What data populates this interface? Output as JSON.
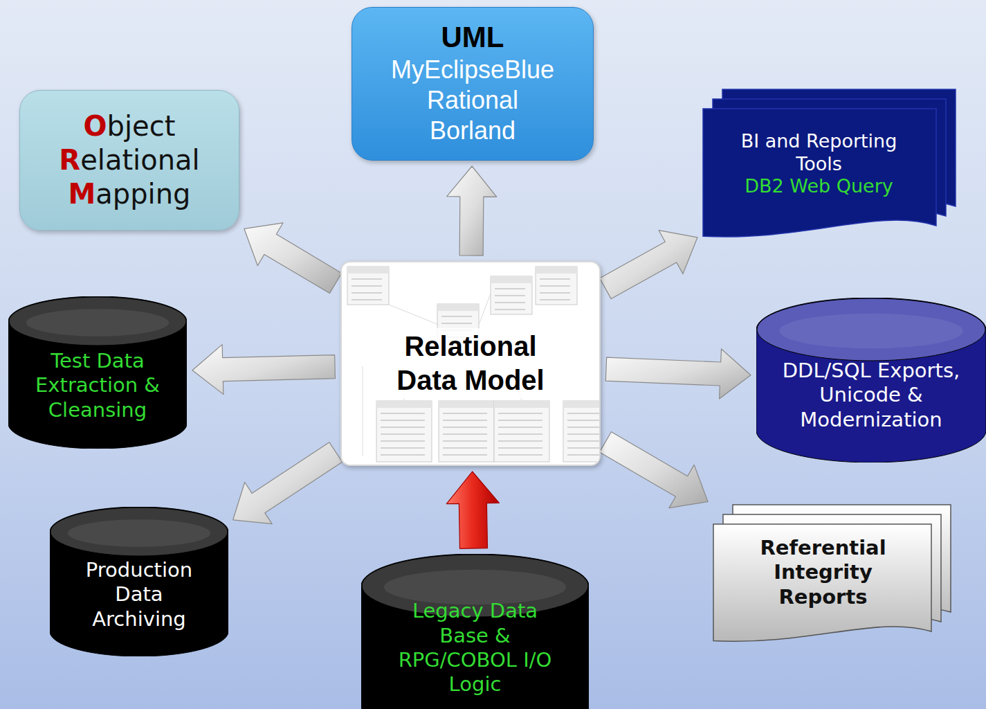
{
  "diagram": {
    "nodes": [
      {
        "text": [
          "Object Relational Mapping"
        ]
      },
      {
        "text": [
          "UML",
          "MyEclipseBlue Rational Borland"
        ]
      },
      {
        "text": [
          "BI and Reporting Tools",
          "DB2 Web Query"
        ]
      },
      {
        "text": [
          "Test Data Extraction & Cleansing"
        ]
      },
      {
        "text": [
          "Relational Data Model"
        ]
      },
      {
        "text": [
          "DDL/SQL Exports, Unicode & Modernization"
        ]
      },
      {
        "text": [
          "Production Data Archiving"
        ]
      },
      {
        "text": [
          "Referential Integrity Reports"
        ]
      },
      {
        "text": [
          "Legacy Data Base & RPG/COBOL I/O Logic"
        ]
      }
    ],
    "edges": [
      {
        "from": 4,
        "to": 0,
        "arrow": "to"
      },
      {
        "from": 4,
        "to": 1,
        "arrow": "to"
      },
      {
        "from": 4,
        "to": 2,
        "arrow": "to"
      },
      {
        "from": 4,
        "to": 3,
        "arrow": "to"
      },
      {
        "from": 4,
        "to": 5,
        "arrow": "to"
      },
      {
        "from": 4,
        "to": 6,
        "arrow": "to"
      },
      {
        "from": 4,
        "to": 7,
        "arrow": "to"
      },
      {
        "from": 8,
        "to": 4,
        "arrow": "to"
      }
    ]
  }
}
